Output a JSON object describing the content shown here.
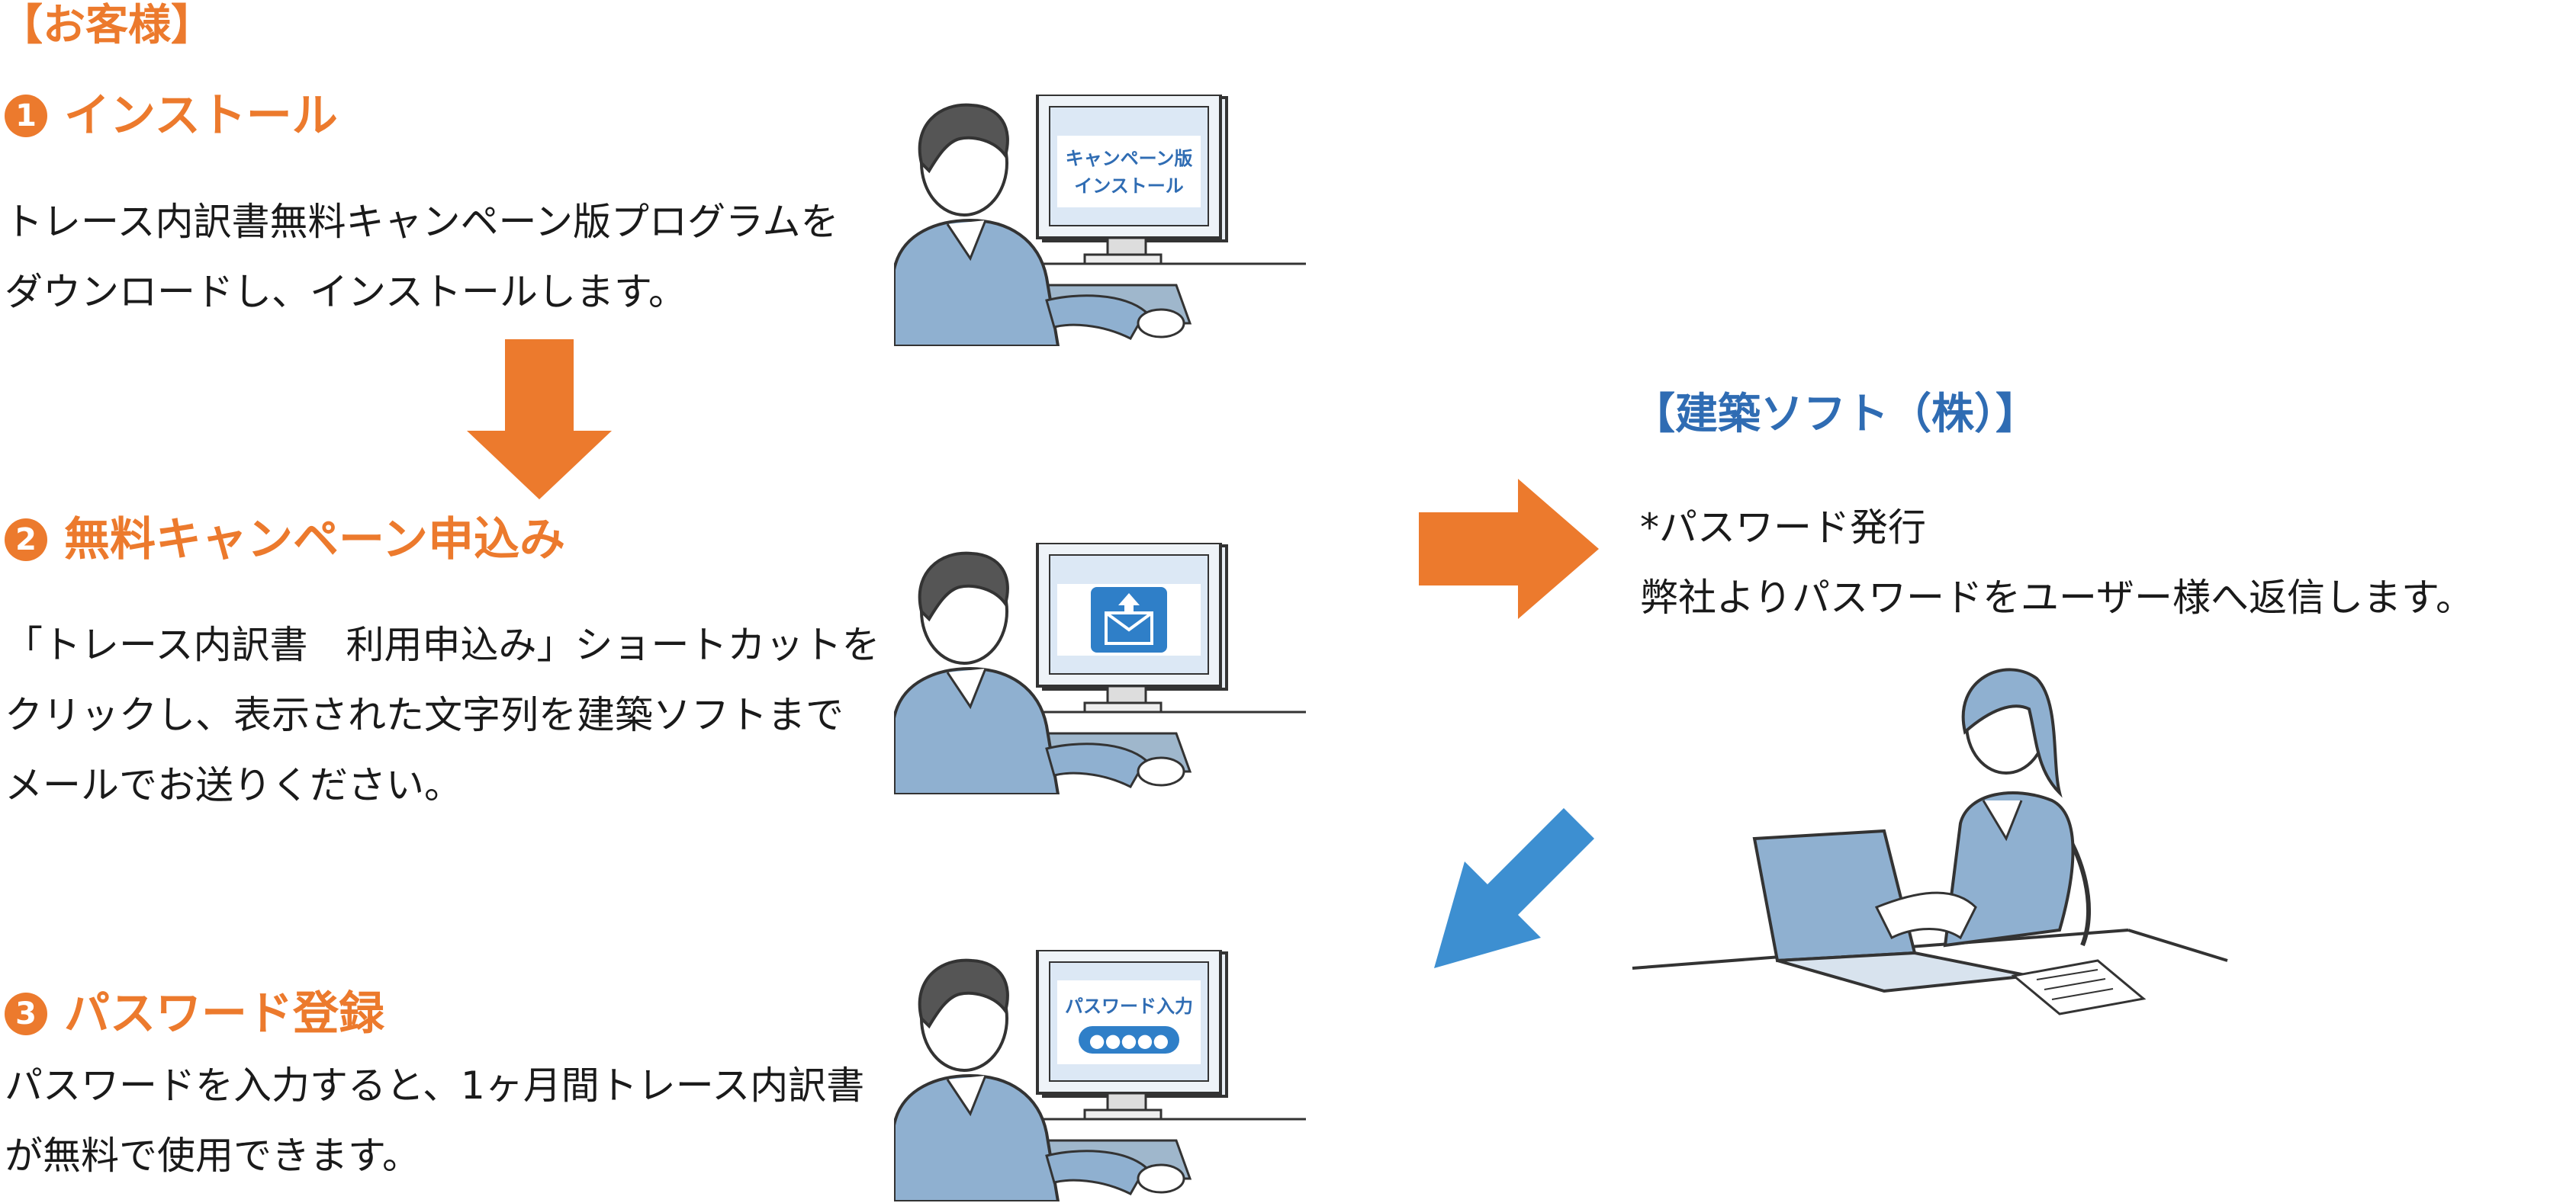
{
  "customer_header": "【お客様】",
  "steps": [
    {
      "num": "1",
      "title": "インストール",
      "lines": [
        "トレース内訳書無料キャンペーン版プログラムを",
        "ダウンロードし、インストールします。"
      ]
    },
    {
      "num": "2",
      "title": "無料キャンペーン申込み",
      "lines": [
        "「トレース内訳書　利用申込み」ショートカットを",
        "クリックし、表示された文字列を建築ソフトまで",
        "メールでお送りください。"
      ]
    },
    {
      "num": "3",
      "title": "パスワード登録",
      "lines": [
        "パスワードを入力すると、1ヶ月間トレース内訳書",
        "が無料で使用できます。"
      ]
    }
  ],
  "screens": {
    "install_line1": "キャンペーン版",
    "install_line2": "インストール",
    "password_label": "パスワード入力",
    "password_mask": "●●●●●"
  },
  "company_header": "【建築ソフト（株）】",
  "company_lines": [
    "*パスワード発行",
    "弊社よりパスワードをユーザー様へ返信します。"
  ],
  "colors": {
    "orange": "#ec7a2d",
    "blue": "#2f6cb3",
    "arrow_blue": "#3d8fd1"
  }
}
